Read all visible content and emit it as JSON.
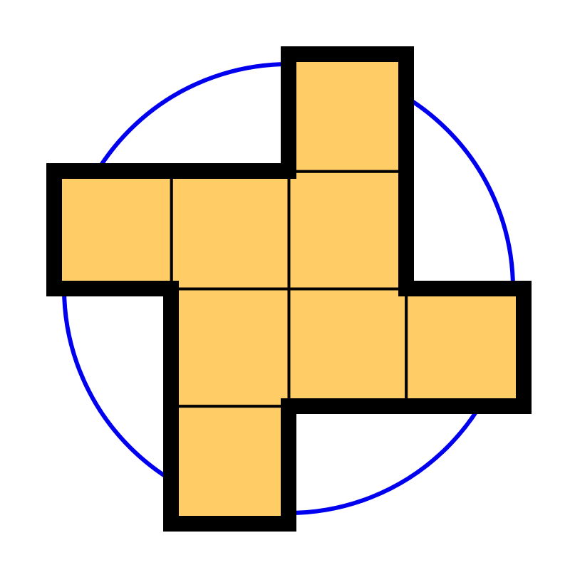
{
  "diagram": {
    "colors": {
      "circle_stroke": "#0000ee",
      "square_fill": "#ffcc66",
      "outline": "#000000",
      "background": "#ffffff"
    },
    "shape": "cross-like polyomino of 8 unit squares inscribed against a circle",
    "squares": [
      {
        "row": 0,
        "col": 2
      },
      {
        "row": 1,
        "col": 0
      },
      {
        "row": 1,
        "col": 1
      },
      {
        "row": 1,
        "col": 2
      },
      {
        "row": 2,
        "col": 1
      },
      {
        "row": 2,
        "col": 2
      },
      {
        "row": 2,
        "col": 3
      },
      {
        "row": 3,
        "col": 1
      }
    ]
  }
}
